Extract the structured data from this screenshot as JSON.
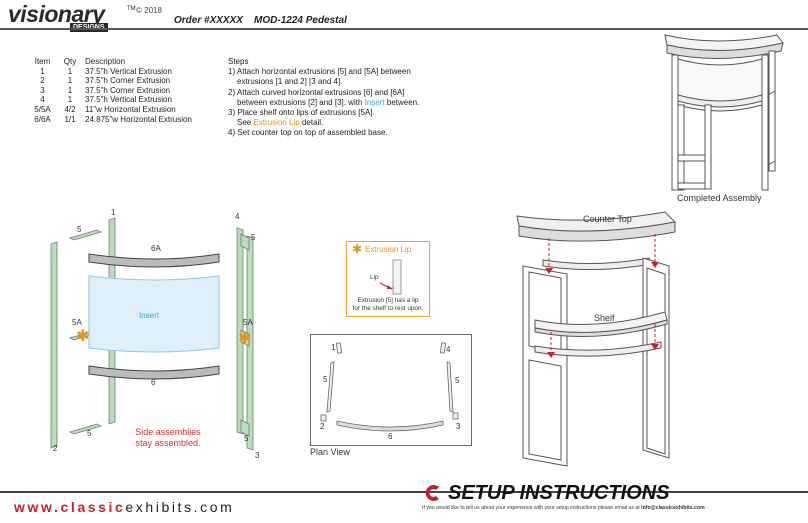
{
  "header": {
    "brand_name": "visionary",
    "brand_sub": "DESIGNS",
    "trademark": "TM",
    "copyright": "© 2018",
    "order_title": "Order #XXXXX    MOD-1224 Pedestal"
  },
  "parts_table": {
    "headers": [
      "Item",
      "Qty",
      "Description"
    ],
    "rows": [
      [
        "1",
        "1",
        "37.5\"h Vertical Extrusion"
      ],
      [
        "2",
        "1",
        "37.5\"h Corner Extrusion"
      ],
      [
        "3",
        "1",
        "37.5\"h Corner Extrusion"
      ],
      [
        "4",
        "1",
        "37.5\"h Vertical Extrusion"
      ],
      [
        "5/5A",
        "4/2",
        "11\"w Horizontal Extrusion"
      ],
      [
        "6/6A",
        "1/1",
        "24.875\"w Horizontal Extrusion"
      ]
    ]
  },
  "steps": {
    "title": "Steps",
    "s1a": "1) Attach horizontal extrusions [5] and [5A] between",
    "s1b": "extrusions [1 and 2] [3 and 4].",
    "s2a": "2) Attach curved horizontal extrusions [6] and [6A]",
    "s2b_pre": "between extrusions [2] and [3]. with ",
    "s2b_hl": "Insert",
    "s2b_post": " between.",
    "s3a": "3) Place shelf onto lips of extrusions [5A].",
    "s3b_pre": "See ",
    "s3b_hl": "Extrusion Lip",
    "s3b_post": " detail.",
    "s4": "4) Set counter top on top of assembled base."
  },
  "diagram_labels": {
    "completed_assembly": "Completed Assembly",
    "counter_top": "Counter Top",
    "shelf": "Shelf",
    "insert": "Insert",
    "side_note_1": "Side assemblies",
    "side_note_2": "stay assembled.",
    "plan_view": "Plan View",
    "n1": "1",
    "n2": "2",
    "n3": "3",
    "n4": "4",
    "n5": "5",
    "n5a": "5A",
    "n6": "6",
    "n6a": "6A"
  },
  "extrusion_lip": {
    "title": "Extrusion Lip",
    "lip_label": "Lip",
    "desc_1": "Extrusion [5] has a lip",
    "desc_2": "for the shelf to rest upon."
  },
  "footer": {
    "url_prefix": "www.",
    "url_name": "classic",
    "url_rest": "exhibits.com",
    "setup_title": "SETUP INSTRUCTIONS",
    "fine_print": "If you would like to tell us about your experience with your setup instructions please email us at",
    "email": "info@classicexhibits.com"
  },
  "colors": {
    "accent_blue": "#3aa8d8",
    "accent_orange": "#e8901c",
    "accent_red": "#c8202a",
    "extrusion_green": "#a8d8a8"
  }
}
